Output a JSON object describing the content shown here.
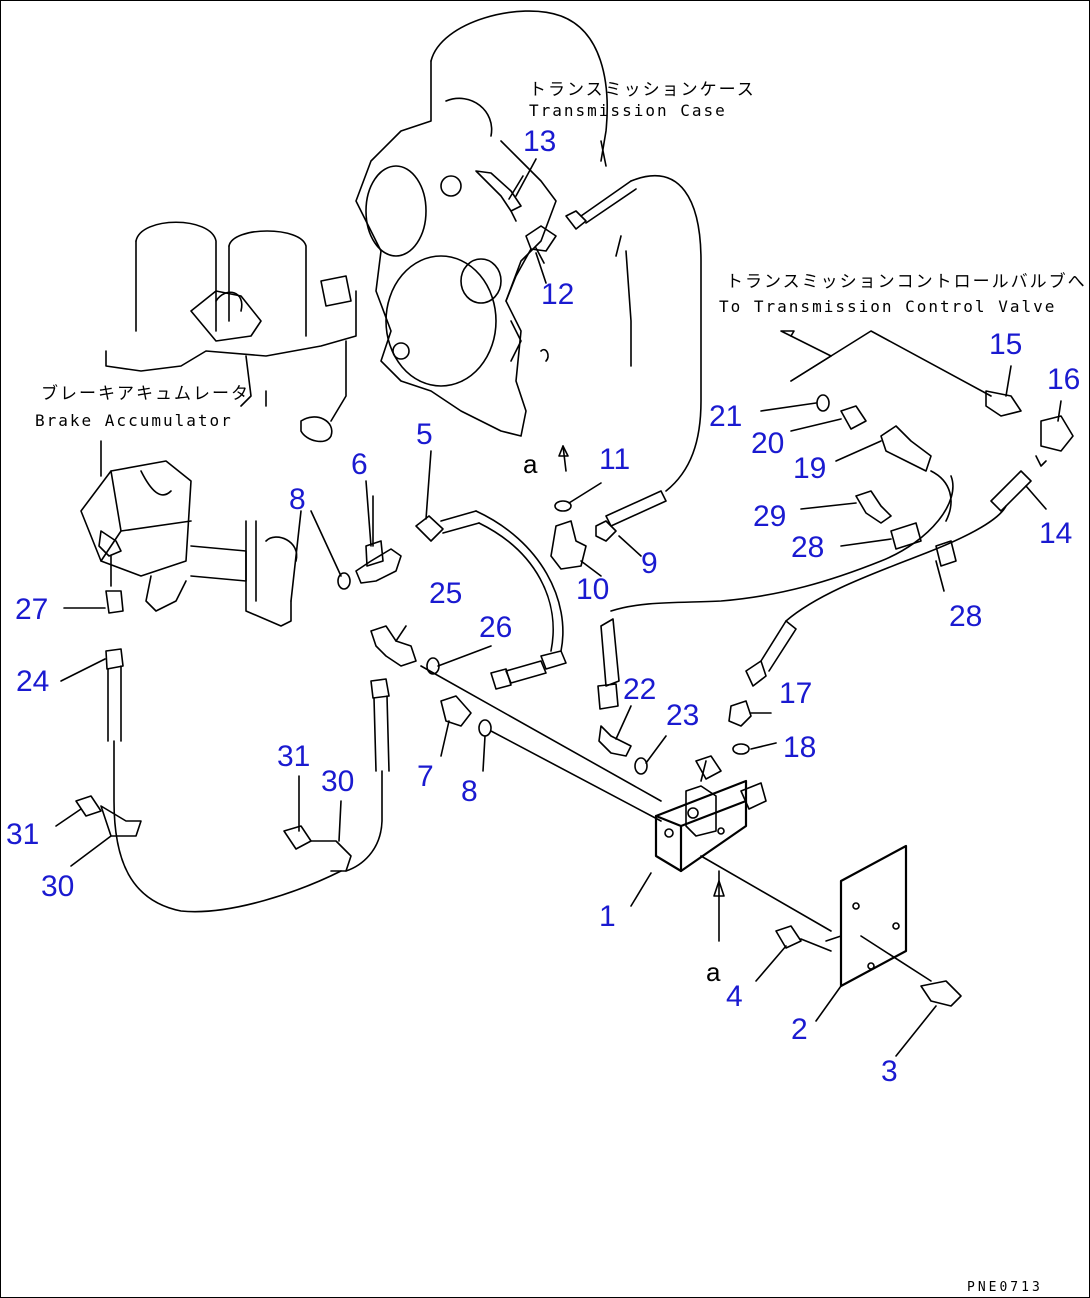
{
  "annotations": {
    "transmission_case_jp": "トランスミッションケース",
    "transmission_case_en": "Transmission Case",
    "control_valve_jp": "トランスミッションコントロールバルブへ",
    "control_valve_en": "To Transmission Control Valve",
    "brake_accumulator_jp": "ブレーキアキュムレータ",
    "brake_accumulator_en": "Brake Accumulator"
  },
  "view_marks": [
    "a",
    "a"
  ],
  "drawing_code": "PNE0713",
  "callouts": [
    "1",
    "2",
    "3",
    "4",
    "5",
    "6",
    "7",
    "8",
    "8",
    "9",
    "10",
    "11",
    "12",
    "13",
    "14",
    "15",
    "16",
    "17",
    "18",
    "19",
    "20",
    "21",
    "22",
    "23",
    "24",
    "25",
    "26",
    "27",
    "28",
    "28",
    "29",
    "30",
    "30",
    "31",
    "31"
  ],
  "colors": {
    "callout": "#1a1ad0",
    "line": "#000000",
    "background": "#ffffff"
  }
}
